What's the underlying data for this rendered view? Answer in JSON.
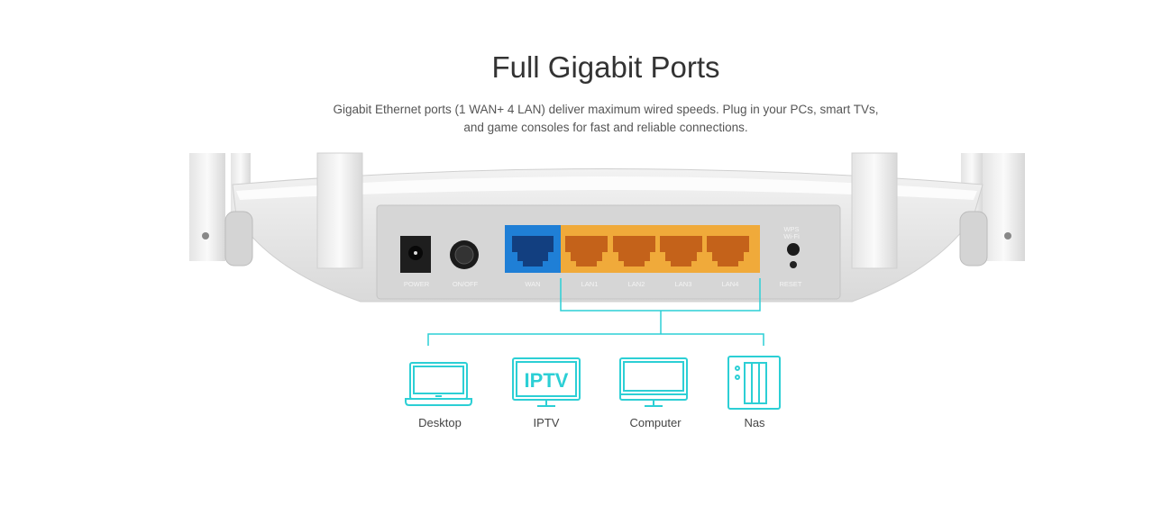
{
  "header": {
    "title": "Full Gigabit Ports",
    "subtitle_line1": "Gigabit Ethernet ports (1 WAN+ 4 LAN) deliver maximum wired speeds. Plug in your PCs, smart TVs,",
    "subtitle_line2": "and game consoles for fast and reliable connections."
  },
  "router": {
    "port_labels": {
      "power": "POWER",
      "onoff": "ON/OFF",
      "wan": "WAN",
      "lan1": "LAN1",
      "lan2": "LAN2",
      "lan3": "LAN3",
      "lan4": "LAN4",
      "wps": "WPS",
      "wifi": "Wi-Fi",
      "reset": "RESET"
    },
    "colors": {
      "wan": "#1f7fd6",
      "lan": "#f0aa3a",
      "accent": "#2ccfd5"
    }
  },
  "devices": [
    {
      "label": "Desktop",
      "icon": "laptop-icon"
    },
    {
      "label": "IPTV",
      "icon": "iptv-icon",
      "screen_text": "IPTV"
    },
    {
      "label": "Computer",
      "icon": "monitor-icon"
    },
    {
      "label": "Nas",
      "icon": "nas-icon"
    }
  ]
}
